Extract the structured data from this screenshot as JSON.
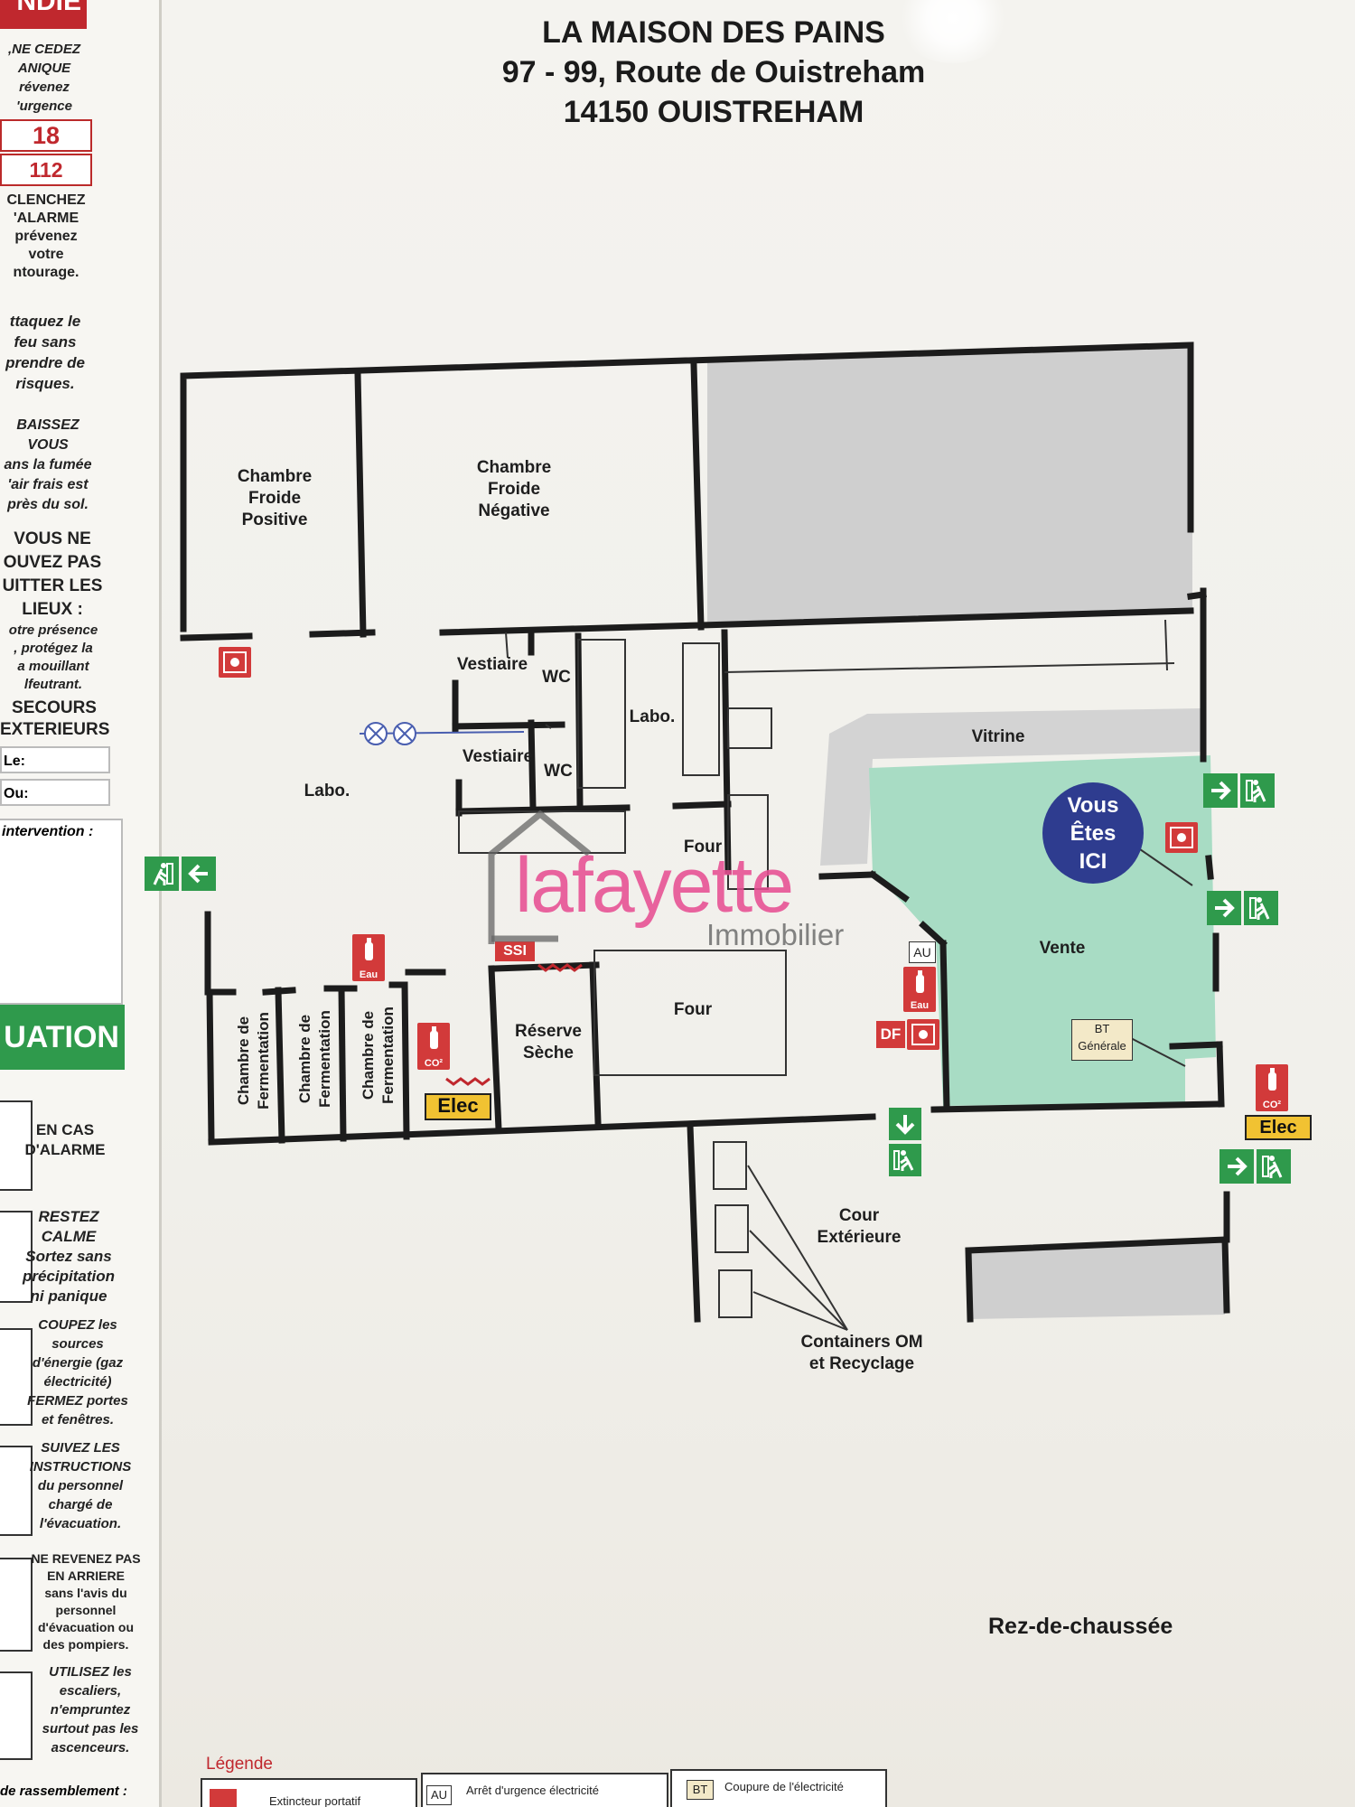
{
  "header": {
    "title": "LA MAISON DES PAINS",
    "address": "97 - 99, Route de Ouistreham",
    "city": "14150 OUISTREHAM"
  },
  "side_panel": {
    "top_header": "NDIE",
    "panic_text": ",NE CEDEZ\nANIQUE\nrévenez\n'urgence",
    "phone_fire": "18",
    "phone_emergency": "112",
    "alarm_text": "CLENCHEZ\n'ALARME\nprévenez\nvotre\nntourage.",
    "attack_text": "ttaquez le\nfeu  sans\nprendre de\nrisques.",
    "lower_text": "BAISSEZ\nVOUS\nans la fumée\n'air frais est\nprès du sol.",
    "cannot_leave_text": "VOUS NE\nOUVEZ PAS\nUITTER LES\nLIEUX :",
    "presence_text": "otre présence\n, protégez la\na mouillant\nlfeutrant.",
    "help_text": "SECOURS\nEXTERIEURS",
    "field_le": "Le:",
    "field_ou": "Ou:",
    "intervention_label": "intervention :",
    "evacuation_header": "UATION",
    "steps": [
      {
        "text": "EN CAS\nD'ALARME"
      },
      {
        "text": "RESTEZ\nCALME\nSortez sans\nprécipitation\nni panique"
      },
      {
        "text": "COUPEZ les\nsources\nd'énergie (gaz\nélectricité)\nFERMEZ portes\net fenêtres."
      },
      {
        "text": "SUIVEZ LES\nINSTRUCTIONS\ndu personnel\nchargé de\nl'évacuation."
      },
      {
        "text": "NE REVENEZ PAS\nEN ARRIERE\nsans l'avis du\npersonnel\nd'évacuation ou\ndes pompiers."
      },
      {
        "text": "UTILISEZ les\nescaliers,\nn'empruntez\nsurtout pas les\nascenceurs."
      }
    ],
    "assembly_label": "de rassemblement :"
  },
  "rooms": {
    "chambre_froide_positive": "Chambre\nFroide\nPositive",
    "chambre_froide_negative": "Chambre\nFroide\nNégative",
    "vestiaire_1": "Vestiaire",
    "vestiaire_2": "Vestiaire",
    "wc_1": "WC",
    "wc_2": "WC",
    "labo_small": "Labo.",
    "labo_main": "Labo.",
    "vitrine": "Vitrine",
    "four_small": "Four",
    "four_large": "Four",
    "vente": "Vente",
    "reserve_seche": "Réserve\nSèche",
    "fermentation_1": "Chambre de\nFermentation",
    "fermentation_2": "Chambre de\nFermentation",
    "fermentation_3": "Chambre de\nFermentation",
    "cour_exterieure": "Cour\nExtérieure",
    "containers": "Containers OM\net Recyclage"
  },
  "markers": {
    "you_are_here": "Vous\nÊtes\nICI",
    "elec_1": "Elec",
    "elec_2": "Elec",
    "ssi": "SSI",
    "au": "AU",
    "df": "DF",
    "bt": "BT",
    "bt_generale": "Générale",
    "ext_water_1": "Eau",
    "ext_water_2": "Eau",
    "ext_co2_1": "CO²",
    "ext_co2_2": "CO²"
  },
  "floor_label": "Rez-de-chaussée",
  "legend": {
    "title": "Légende",
    "item_extinguisher": "Extincteur portatif",
    "item_au_code": "AU",
    "item_au": "Arrêt d'urgence électricité",
    "item_bt_code": "BT",
    "item_bt": "Coupure de l'électricité"
  },
  "watermark": {
    "brand": "lafayette",
    "sub": "Immobilier"
  },
  "colors": {
    "sales_area": "#a8dcc4",
    "you_are_here": "#2e3c8f",
    "fire_red": "#d23a3a",
    "exit_green": "#2f9a4c",
    "elec_yellow": "#f1c232",
    "storage_gray": "#cfcfcf",
    "watermark_pink": "#e74f93"
  },
  "icons": [
    "fire-extinguisher-icon",
    "fire-alarm-icon",
    "emergency-exit-icon",
    "arrow-right-icon",
    "arrow-left-icon",
    "arrow-down-icon",
    "valve-icon"
  ]
}
